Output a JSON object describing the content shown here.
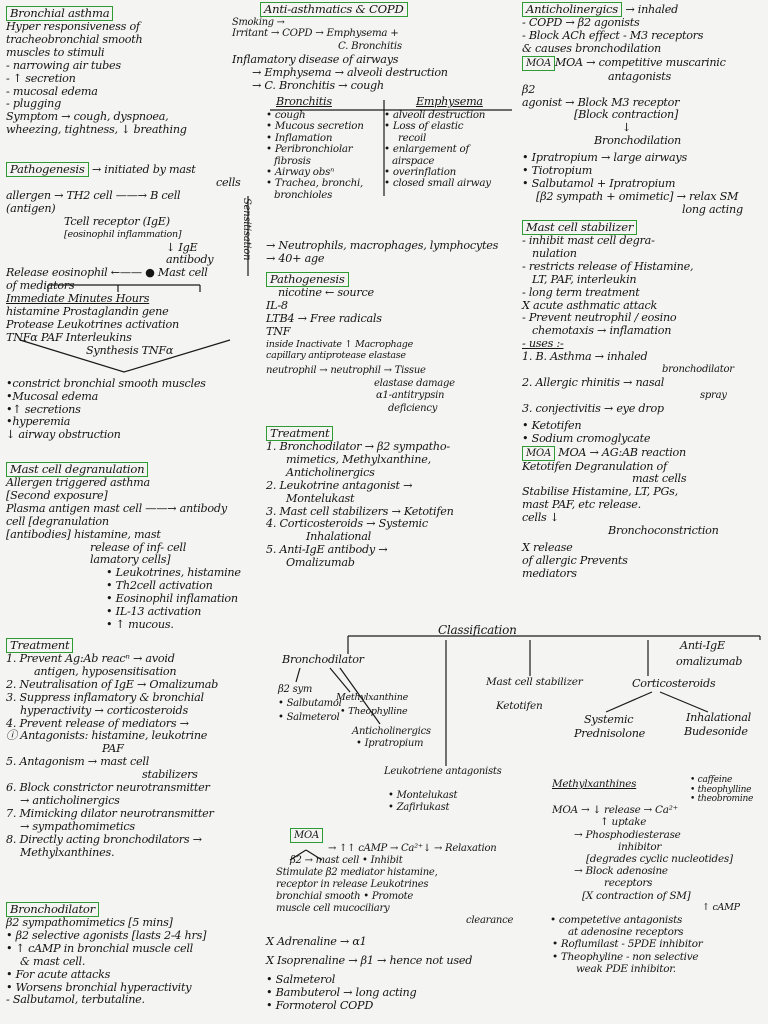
{
  "col1": {
    "bronchial_asthma": {
      "title": "Bronchial asthma",
      "lines": [
        "Hyper responsiveness of",
        "tracheobronchial smooth",
        "muscles to stimuli",
        "- narrowing air tubes",
        "- ↑ secretion",
        "- mucosal edema",
        "- plugging",
        "Symptom → cough, dyspnoea,",
        "wheezing, tightness, ↓ breathing"
      ]
    },
    "pathogenesis": {
      "title": "Pathogenesis",
      "lines": [
        "→ initiated by mast",
        "cells",
        "allergen → TH2 cell ——→ B cell",
        "(antigen)",
        "Tcell receptor (IgE)",
        "[eosinophil inflammation]",
        "↓ IgE",
        "antibody",
        "Release eosinophil ←—— ● Mast cell",
        "of mediators",
        "Immediate   Minutes   Hours",
        "histamine  Prostaglandin  gene",
        "Protease  Leukotrines  activation",
        "TNFα     PAF     Interleukins",
        "Synthesis     TNFα",
        "•constrict bronchial smooth muscles",
        "•Mucosal edema",
        "•↑ secretions",
        "•hyperemia",
        "↓ airway obstruction"
      ],
      "side_label": "Sensitisation"
    },
    "mast_cell_degranulation": {
      "title": "Mast cell degranulation",
      "lines": [
        "Allergen triggered asthma",
        "[Second exposure]",
        "Plasma antigen mast cell ——→ antibody",
        "cell     [degranulation",
        "[antibodies]  histamine,     mast",
        "release of inf-     cell",
        "lamatory cells]",
        "• Leukotrines, histamine",
        "• Th2cell activation",
        "• Eosinophil inflamation",
        "• IL-13 activation",
        "• ↑ mucous."
      ]
    },
    "treatment": {
      "title": "Treatment",
      "lines": [
        "1. Prevent Ag:Ab reacⁿ → avoid",
        "antigen, hyposensitisation",
        "2. Neutralisation of IgE → Omalizumab",
        "3. Suppress inflamatory & bronchial",
        "hyperactivity → corticosteroids",
        "4. Prevent release of mediators →",
        "ⓘ Antagonists: histamine, leukotrine",
        "PAF",
        "5. Antagonism → mast cell",
        "stabilizers",
        "6. Block constrictor neurotransmitter",
        "→ anticholinergics",
        "7. Mimicking dilator neurotransmitter",
        "→ sympathomimetics",
        "8. Directly acting bronchodilators →",
        "Methylxanthines."
      ]
    },
    "bronchodilator": {
      "title": "Bronchodilator",
      "lines": [
        "β2 sympathomimetics [5 mins]",
        "• β2 selective agonists [lasts 2-4 hrs]",
        "• ↑ cAMP in bronchial muscle cell",
        "& mast cell.",
        "• For acute attacks",
        "• Worsens bronchial hyperactivity",
        "- Salbutamol, terbutaline."
      ]
    }
  },
  "col2": {
    "copd": {
      "title": "Anti-asthmatics & COPD",
      "lines": [
        "Smoking →",
        "Irritant → COPD → Emphysema +",
        "C. Bronchitis",
        "Inflamatory disease of airways",
        "→ Emphysema → alveoli destruction",
        "→ C. Bronchitis → cough"
      ]
    },
    "comparison": {
      "headers": [
        "Bronchitis",
        "Emphysema"
      ],
      "left": [
        "• cough",
        "• Mucous secretion",
        "• Inflamation",
        "• Peribronchiolar",
        "fibrosis",
        "• Airway obsⁿ",
        "• Trachea, bronchi,",
        "bronchioles"
      ],
      "right": [
        "• alveoli destruction",
        "• Loss of elastic",
        "recoil",
        "• enlargement of",
        "airspace",
        "• overinflation",
        "• closed small airway"
      ],
      "footer": [
        "→ Neutrophils, macrophages, lymphocytes",
        "→ 40+ age"
      ]
    },
    "pathogenesis2": {
      "title": "Pathogenesis",
      "lines": [
        "nicotine ← source",
        "IL-8",
        "LTB4 → Free radicals",
        "TNF",
        "inside    Inactivate    ↑ Macrophage",
        "capillary    antiprotease    elastase",
        "neutrophil → neutrophil → Tissue",
        "elastase    damage",
        "α1-antitrypsin",
        "deficiency"
      ]
    },
    "treatment2": {
      "title": "Treatment",
      "lines": [
        "1. Bronchodilator → β2 sympatho-",
        "mimetics, Methylxanthine,",
        "Anticholinergics",
        "2. Leukotrine antagonist →",
        "Montelukast",
        "3. Mast cell stabilizers → Ketotifen",
        "4. Corticosteroids → Systemic",
        "Inhalational",
        "5. Anti-IgE antibody →",
        "Omalizumab"
      ]
    },
    "classification": {
      "title": "Classification",
      "items": [
        "Bronchodilator",
        "β2 sym",
        "• Salbutamol",
        "• Salmeterol",
        "Methylxanthine",
        "• Theophylline",
        "Anticholinergics",
        "• Ipratropium",
        "Leukotriene antagonists",
        "• Montelukast",
        "• Zafirlukast",
        "Mast cell stabilizer",
        "Ketotifen",
        "Corticosteroids",
        "Systemic",
        "Prednisolone",
        "Inhalational",
        "Budesonide",
        "Anti-IgE",
        "omalizumab"
      ]
    },
    "moa": {
      "label": "MOA",
      "lines": [
        "→ ↑↑ cAMP → Ca²⁺↓ → Relaxation",
        "β2  → mast cell  • Inhibit",
        "Stimulate β2    mediator   histamine,",
        "receptor in     release   Leukotrines",
        "bronchial smooth    • Promote",
        "muscle cell       mucociliary",
        "clearance"
      ]
    },
    "bottom": {
      "lines": [
        "X Adrenaline → α1",
        "X Isoprenaline → β1   → hence not used",
        "• Salmeterol",
        "• Bambuterol  → long acting",
        "• Formoterol   COPD"
      ]
    }
  },
  "col3": {
    "anticholinergics": {
      "title": "Anticholinergics",
      "lines": [
        "→ inhaled",
        "- COPD   → β2 agonists",
        "- Block ACh effect - M3 receptors",
        "& causes bronchodilation",
        "MOA → competitive muscarinic",
        "antagonists",
        "β2",
        "agonist → Block M3 receptor",
        "[Block contraction]",
        "↓",
        "Bronchodilation",
        "• Ipratropium → large airways",
        "• Tiotropium",
        "• Salbutamol + Ipratropium",
        "[β2 sympath + omimetic] → relax SM",
        "long acting"
      ]
    },
    "mast_cell_stabilizer": {
      "title": "Mast cell stabilizer",
      "lines": [
        "- inhibit mast cell degra-",
        "nulation",
        "- restricts release of Histamine,",
        "LT, PAF, interleukin",
        "- long term treatment",
        "X acute asthmatic attack",
        "- Prevent neutrophil / eosino",
        "chemotaxis → inflamation",
        "- uses :-",
        "1. B. Asthma → inhaled",
        "bronchodilator",
        "2. Allergic rhinitis → nasal",
        "spray",
        "3. conjectivitis → eye drop",
        "• Ketotifen",
        "• Sodium cromoglycate",
        "MOA → AG:AB reaction",
        "Ketotifen     Degranulation of",
        "mast cells",
        "Stabilise     Histamine, LT, PGs,",
        "mast      PAF, etc release.",
        "cells        ↓",
        "Bronchoconstriction",
        "X release",
        "of allergic      Prevents",
        "mediators"
      ]
    },
    "methylxanthines": {
      "title": "Methylxanthines",
      "lines": [
        "• caffeine",
        "• theophylline",
        "• theobromine",
        "MOA → ↓ release → Ca²⁺",
        "↑ uptake",
        "→ Phosphodiesterase",
        "inhibitor",
        "[degrades cyclic nucleotides]",
        "→ Block adenosine",
        "receptors",
        "[X contraction of SM]",
        "↑ cAMP",
        "• competetive antagonists",
        "at adenosine receptors",
        "• Roflumilast - 5PDE inhibitor",
        "• Theophyline - non selective",
        "weak PDE inhibitor."
      ]
    }
  },
  "colors": {
    "paper": "#f4f4f2",
    "ink": "#151515",
    "box": "#2e9b33",
    "highlight": "#2e9b33"
  }
}
